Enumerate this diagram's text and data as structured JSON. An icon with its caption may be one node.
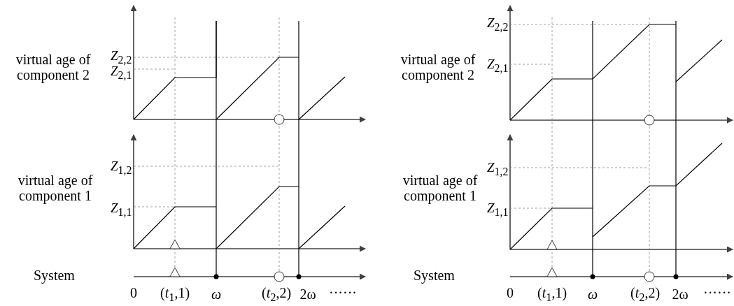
{
  "diagram": {
    "labels": [
      "virtual age of component 2",
      "*Z*$_{2,2}$",
      "*Z*$_{2,1}$",
      "*Z*$_{1,2}$",
      "virtual age of component 1",
      "*Z*$_{1,1}$",
      "System",
      "0",
      "(*t*$_{1}$,1)",
      "*ω*",
      "(*t*$_{2}$,2)",
      "2ω",
      "······",
      "*Z*$_{2,2}$",
      "virtual age of component 2",
      "*Z*$_{2,1}$",
      "*Z*$_{1,2}$",
      "virtual age of component 1",
      "*Z*$_{1,1}$",
      "System",
      "0",
      "(*t*$_{1}$,1)",
      "*ω*",
      "(*t*$_{2}$,2)",
      "2ω",
      "······"
    ]
  }
}
